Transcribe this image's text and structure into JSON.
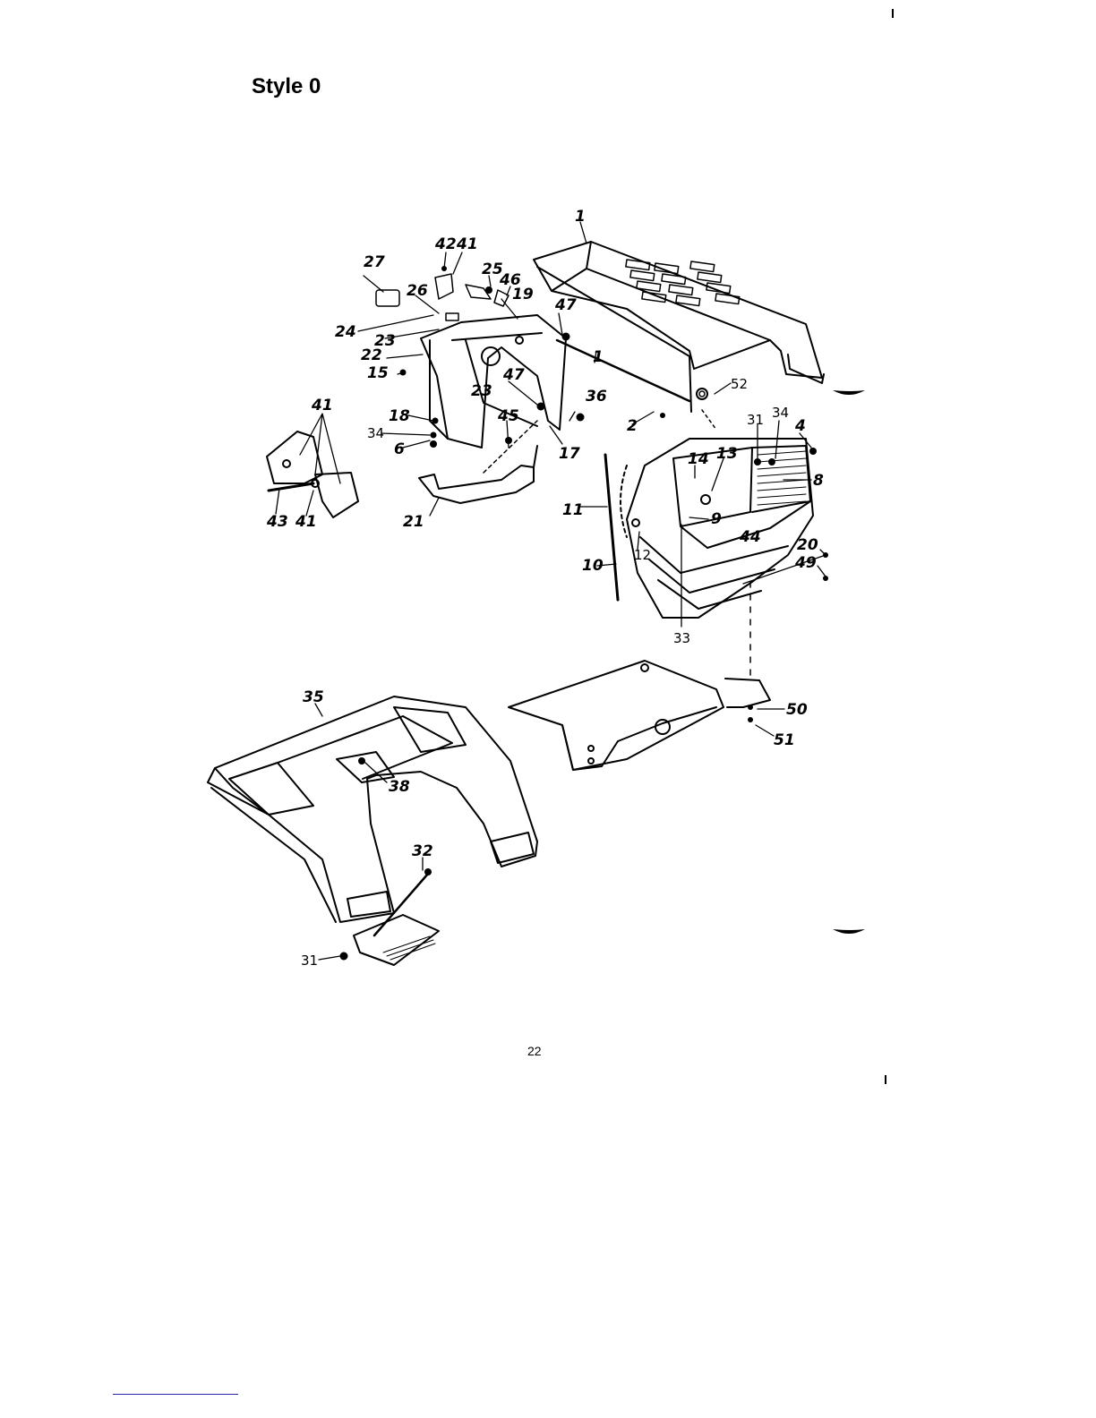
{
  "page": {
    "title": "Style 0",
    "page_number": "22"
  },
  "diagram": {
    "callouts": {
      "c1": "1",
      "c1b": "1",
      "c2": "2",
      "c4": "4",
      "c6": "6",
      "c8": "8",
      "c9": "9",
      "c10": "10",
      "c11": "11",
      "c12": "12",
      "c13": "13",
      "c14": "14",
      "c15": "15",
      "c17": "17",
      "c18": "18",
      "c19": "19",
      "c20": "20",
      "c21": "21",
      "c22": "22",
      "c23": "23",
      "c23b": "23",
      "c24": "24",
      "c25": "25",
      "c26": "26",
      "c27": "27",
      "c31": "31",
      "c31b": "31",
      "c32": "32",
      "c33": "33",
      "c34": "34",
      "c34b": "34",
      "c35": "35",
      "c36": "36",
      "c38": "38",
      "c41": "41",
      "c41b": "41",
      "c41c": "41",
      "c42": "42",
      "c43": "43",
      "c44": "44",
      "c45": "45",
      "c46": "46",
      "c47": "47",
      "c47b": "47",
      "c49": "49",
      "c50": "50",
      "c51": "51",
      "c52": "52"
    }
  }
}
